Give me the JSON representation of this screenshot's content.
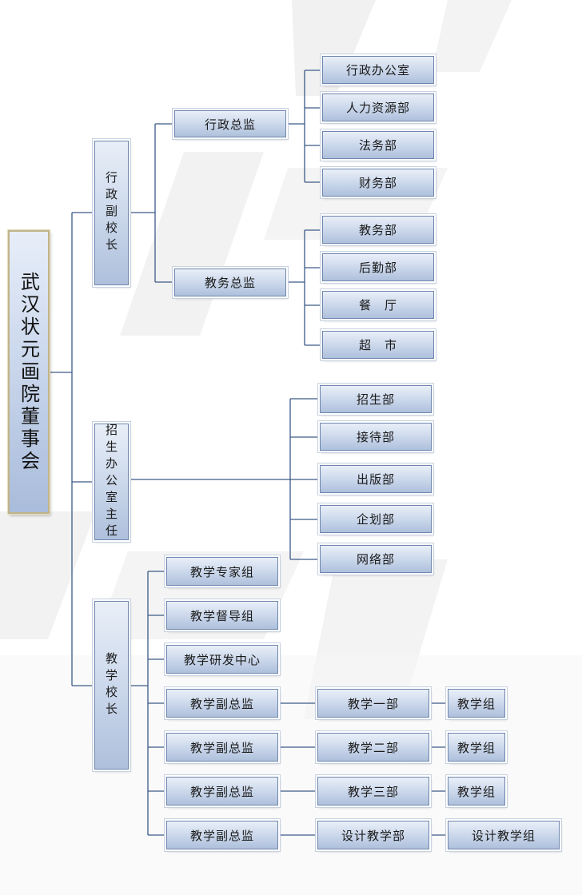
{
  "root": {
    "label": "武汉状元画院董事会"
  },
  "branches": {
    "admin_vp": {
      "label": "行政副校长",
      "directors": [
        {
          "label": "行政总监",
          "departments": [
            "行政办公室",
            "人力资源部",
            "法务部",
            "财务部"
          ]
        },
        {
          "label": "教务总监",
          "departments": [
            "教务部",
            "后勤部",
            "餐　厅",
            "超　市"
          ]
        }
      ]
    },
    "enrollment_head": {
      "label": "招生办公室主任",
      "departments": [
        "招生部",
        "接待部",
        "出版部",
        "企划部",
        "网络部"
      ]
    },
    "teaching_vp": {
      "label": "教学校长",
      "groups": [
        "教学专家组",
        "教学督导组",
        "教学研发中心"
      ],
      "deputies": [
        {
          "label": "教学副总监",
          "dept": "教学一部",
          "team": "教学组"
        },
        {
          "label": "教学副总监",
          "dept": "教学二部",
          "team": "教学组"
        },
        {
          "label": "教学副总监",
          "dept": "教学三部",
          "team": "教学组"
        },
        {
          "label": "教学副总监",
          "dept": "设计教学部",
          "team": "设计教学组"
        }
      ]
    }
  },
  "colors": {
    "connector": "#3c5a88",
    "box_border": "#6e86ad",
    "root_border": "#c2b48a"
  }
}
